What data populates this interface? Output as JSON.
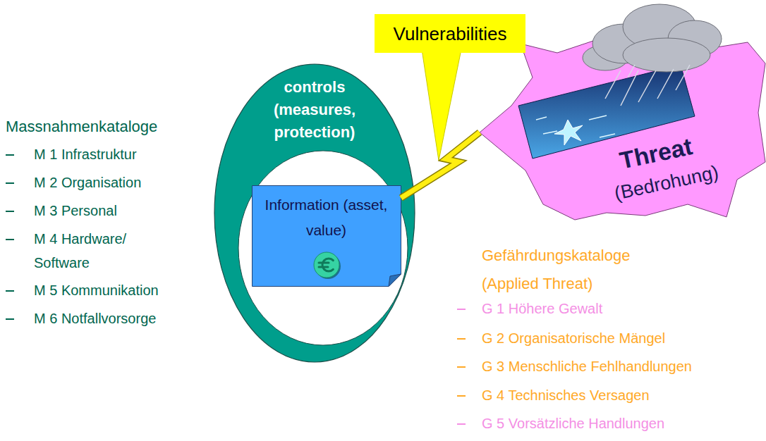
{
  "diagram": {
    "nodes": [
      {
        "text": [
          "controls (measures, protection)"
        ]
      },
      {
        "text": [
          "Information (asset, value)"
        ],
        "in": 0
      },
      {
        "text": [
          "Vulnerabilities"
        ]
      },
      {
        "text": [
          "Threat",
          "(Bedrohung)"
        ]
      }
    ],
    "edges": [
      {
        "from": 3,
        "to": 1,
        "arrow": "none"
      }
    ],
    "labels": [
      "Massnahmenkataloge",
      "M 1 Infrastruktur",
      "M 2 Organisation",
      "M 3 Personal",
      "M 4 Hardware/ Software",
      "M 5 Kommunikation",
      "M 6 Notfallvorsorge",
      "Gefährdungskataloge (Applied Threat)",
      "G 1 Höhere Gewalt",
      "G 2 Organisatorische Mängel",
      "G 3 Menschliche Fehlhandlungen",
      "G 4 Technisches Versagen",
      "G 5 Vorsätzliche Handlungen"
    ]
  }
}
